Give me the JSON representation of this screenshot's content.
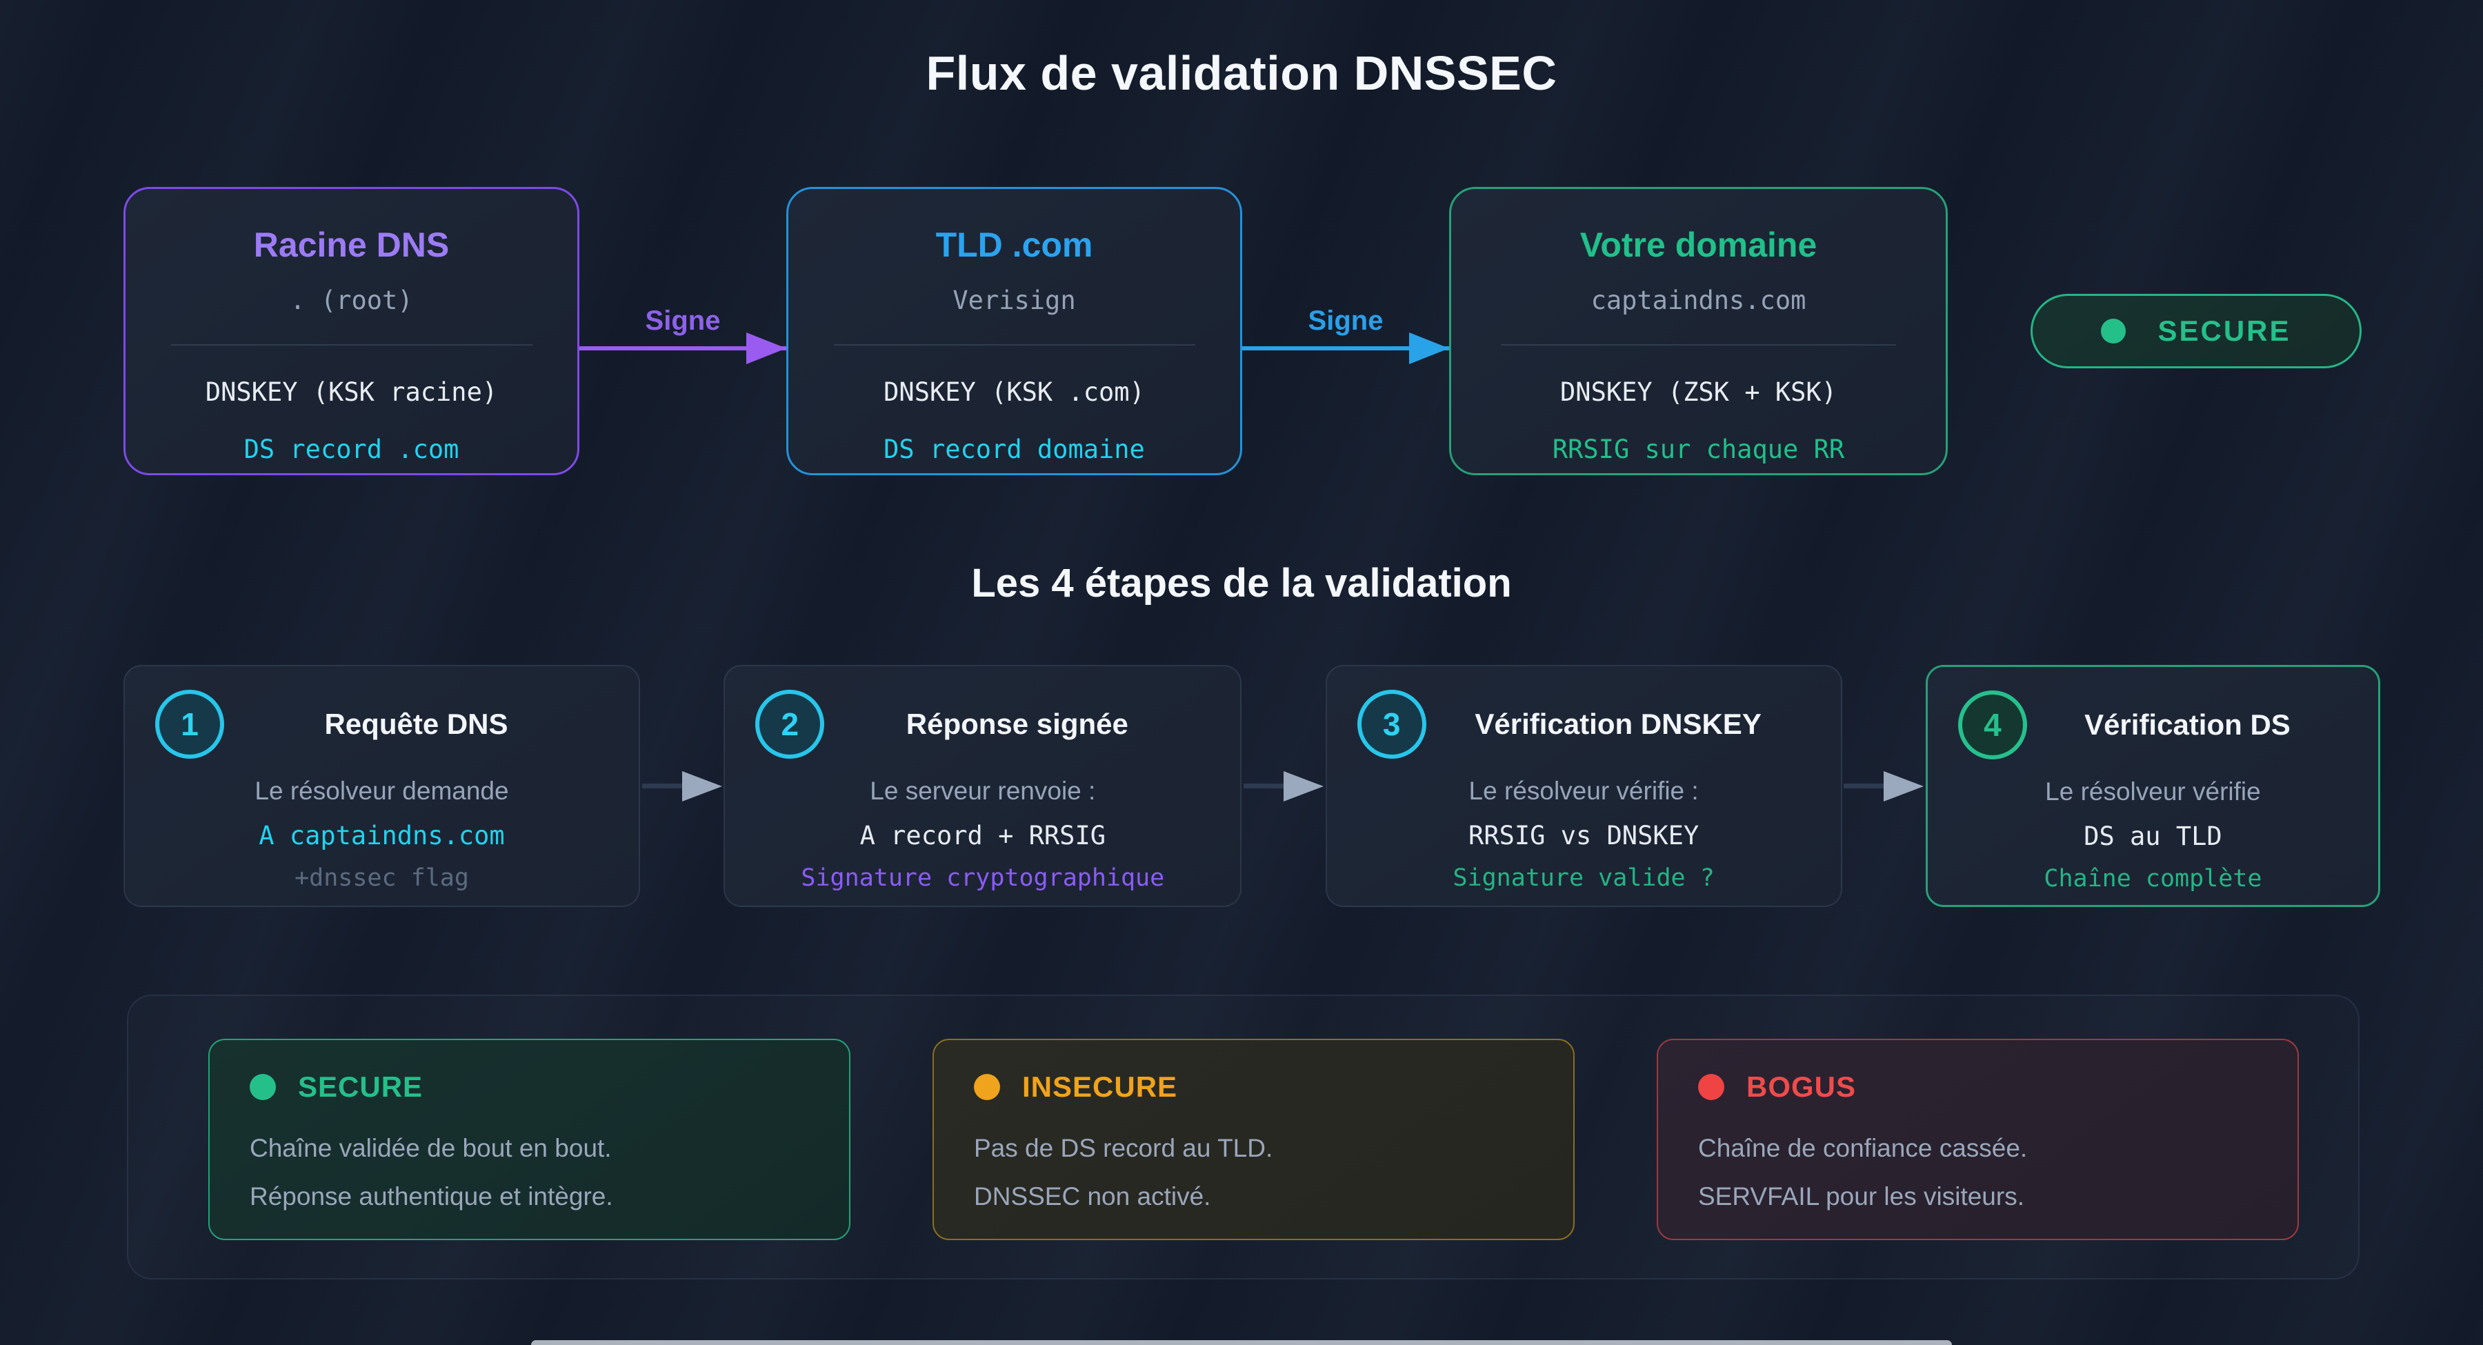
{
  "page": {
    "title": "Flux de validation DNSSEC",
    "steps_title": "Les 4 étapes de la validation"
  },
  "chain": {
    "nodes": [
      {
        "title": "Racine DNS",
        "subtitle": ". (root)",
        "line1": "DNSKEY (KSK racine)",
        "line2": "DS record .com"
      },
      {
        "title": "TLD .com",
        "subtitle": "Verisign",
        "line1": "DNSKEY (KSK .com)",
        "line2": "DS record domaine"
      },
      {
        "title": "Votre domaine",
        "subtitle": "captaindns.com",
        "line1": "DNSKEY (ZSK + KSK)",
        "line2": "RRSIG sur chaque RR"
      }
    ],
    "arrows": [
      {
        "label": "Signe"
      },
      {
        "label": "Signe"
      }
    ],
    "badge": {
      "label": "SECURE"
    }
  },
  "steps": [
    {
      "number": "1",
      "title": "Requête DNS",
      "line1": "Le résolveur demande",
      "line2": "A captaindns.com",
      "line3": "+dnssec flag"
    },
    {
      "number": "2",
      "title": "Réponse signée",
      "line1": "Le serveur renvoie :",
      "line2": "A record + RRSIG",
      "line3": "Signature cryptographique"
    },
    {
      "number": "3",
      "title": "Vérification DNSKEY",
      "line1": "Le résolveur vérifie :",
      "line2": "RRSIG vs DNSKEY",
      "line3": "Signature valide ?"
    },
    {
      "number": "4",
      "title": "Vérification DS",
      "line1": "Le résolveur vérifie",
      "line2": "DS au TLD",
      "line3": "Chaîne complète"
    }
  ],
  "legend": {
    "items": [
      {
        "label": "SECURE",
        "line1": "Chaîne validée de bout en bout.",
        "line2": "Réponse authentique et intègre."
      },
      {
        "label": "INSECURE",
        "line1": "Pas de DS record au TLD.",
        "line2": "DNSSEC non activé."
      },
      {
        "label": "BOGUS",
        "line1": "Chaîne de confiance cassée.",
        "line2": "SERVFAIL pour les visiteurs."
      }
    ]
  },
  "colors": {
    "background": "#141c2c",
    "purple": "#9d7bf5",
    "blue": "#2ba3ef",
    "green": "#25c08a",
    "cyan": "#22d3ee",
    "orange": "#f0a31c",
    "red": "#f04343"
  }
}
